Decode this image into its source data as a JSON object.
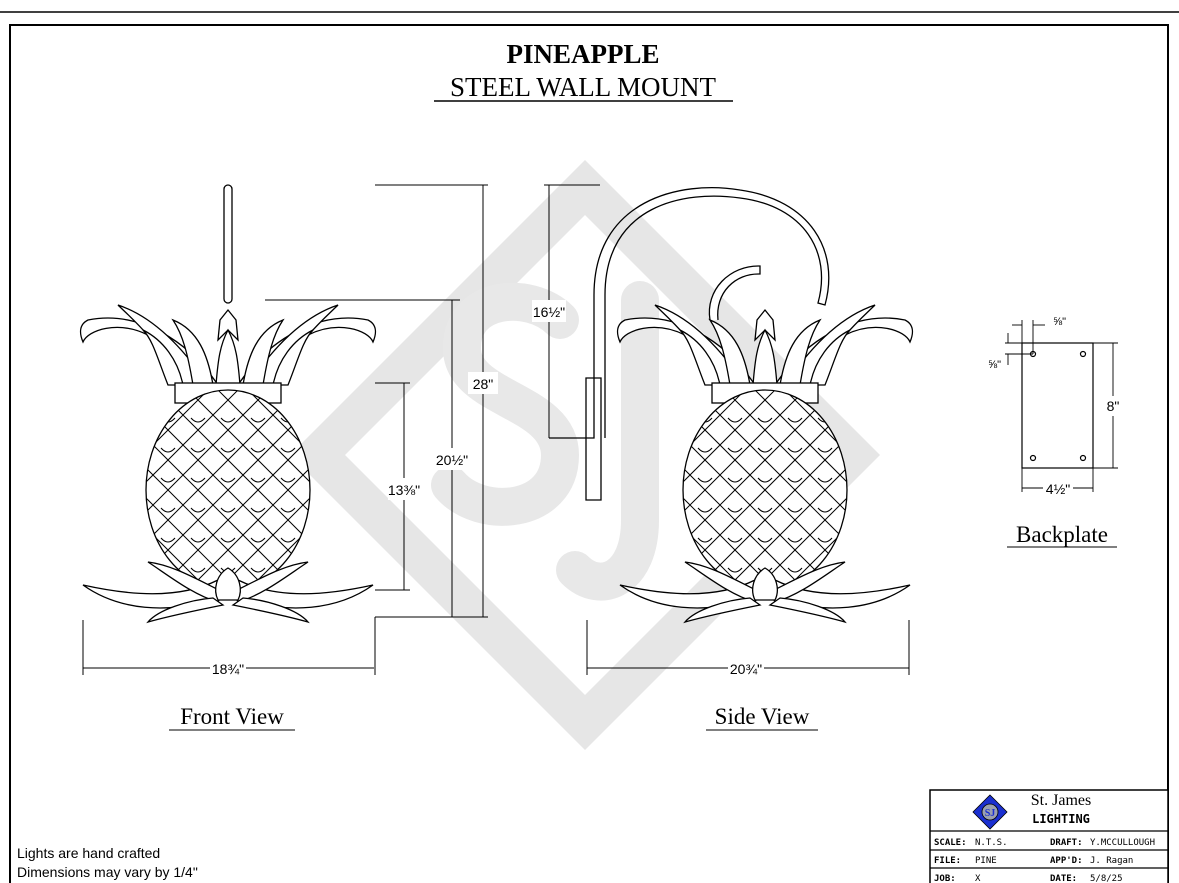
{
  "title": {
    "line1": "PINEAPPLE",
    "line2": "STEEL WALL MOUNT"
  },
  "front_view": {
    "label": "Front View",
    "dims": {
      "overall_height": "28\"",
      "fixture_height": "20½\"",
      "body_height": "13⅜\"",
      "width": "18¾\""
    }
  },
  "side_view": {
    "label": "Side View",
    "dims": {
      "arm_height": "16½\"",
      "projection": "20¾\""
    }
  },
  "backplate": {
    "label": "Backplate",
    "dims": {
      "hole_offset_x": "⅝\"",
      "hole_offset_y": "⅝\"",
      "height": "8\"",
      "width": "4½\""
    }
  },
  "watermark": "SJ",
  "notes": [
    "Lights are hand crafted",
    "Dimensions may vary by 1/4\""
  ],
  "title_block": {
    "company": "St. James",
    "company_sub": "LIGHTING",
    "logo_text": "SJ",
    "rows": [
      {
        "k1": "SCALE:",
        "v1": "N.T.S.",
        "k2": "DRAFT:",
        "v2": "Y.MCCULLOUGH"
      },
      {
        "k1": "FILE:",
        "v1": "PINE",
        "k2": "APP'D:",
        "v2": "J. Ragan"
      },
      {
        "k1": "JOB:",
        "v1": "X",
        "k2": "DATE:",
        "v2": "5/8/25"
      }
    ]
  },
  "colors": {
    "watermark": "#e3e3e3",
    "logo_blue": "#1a2fd0",
    "line": "#000000"
  }
}
